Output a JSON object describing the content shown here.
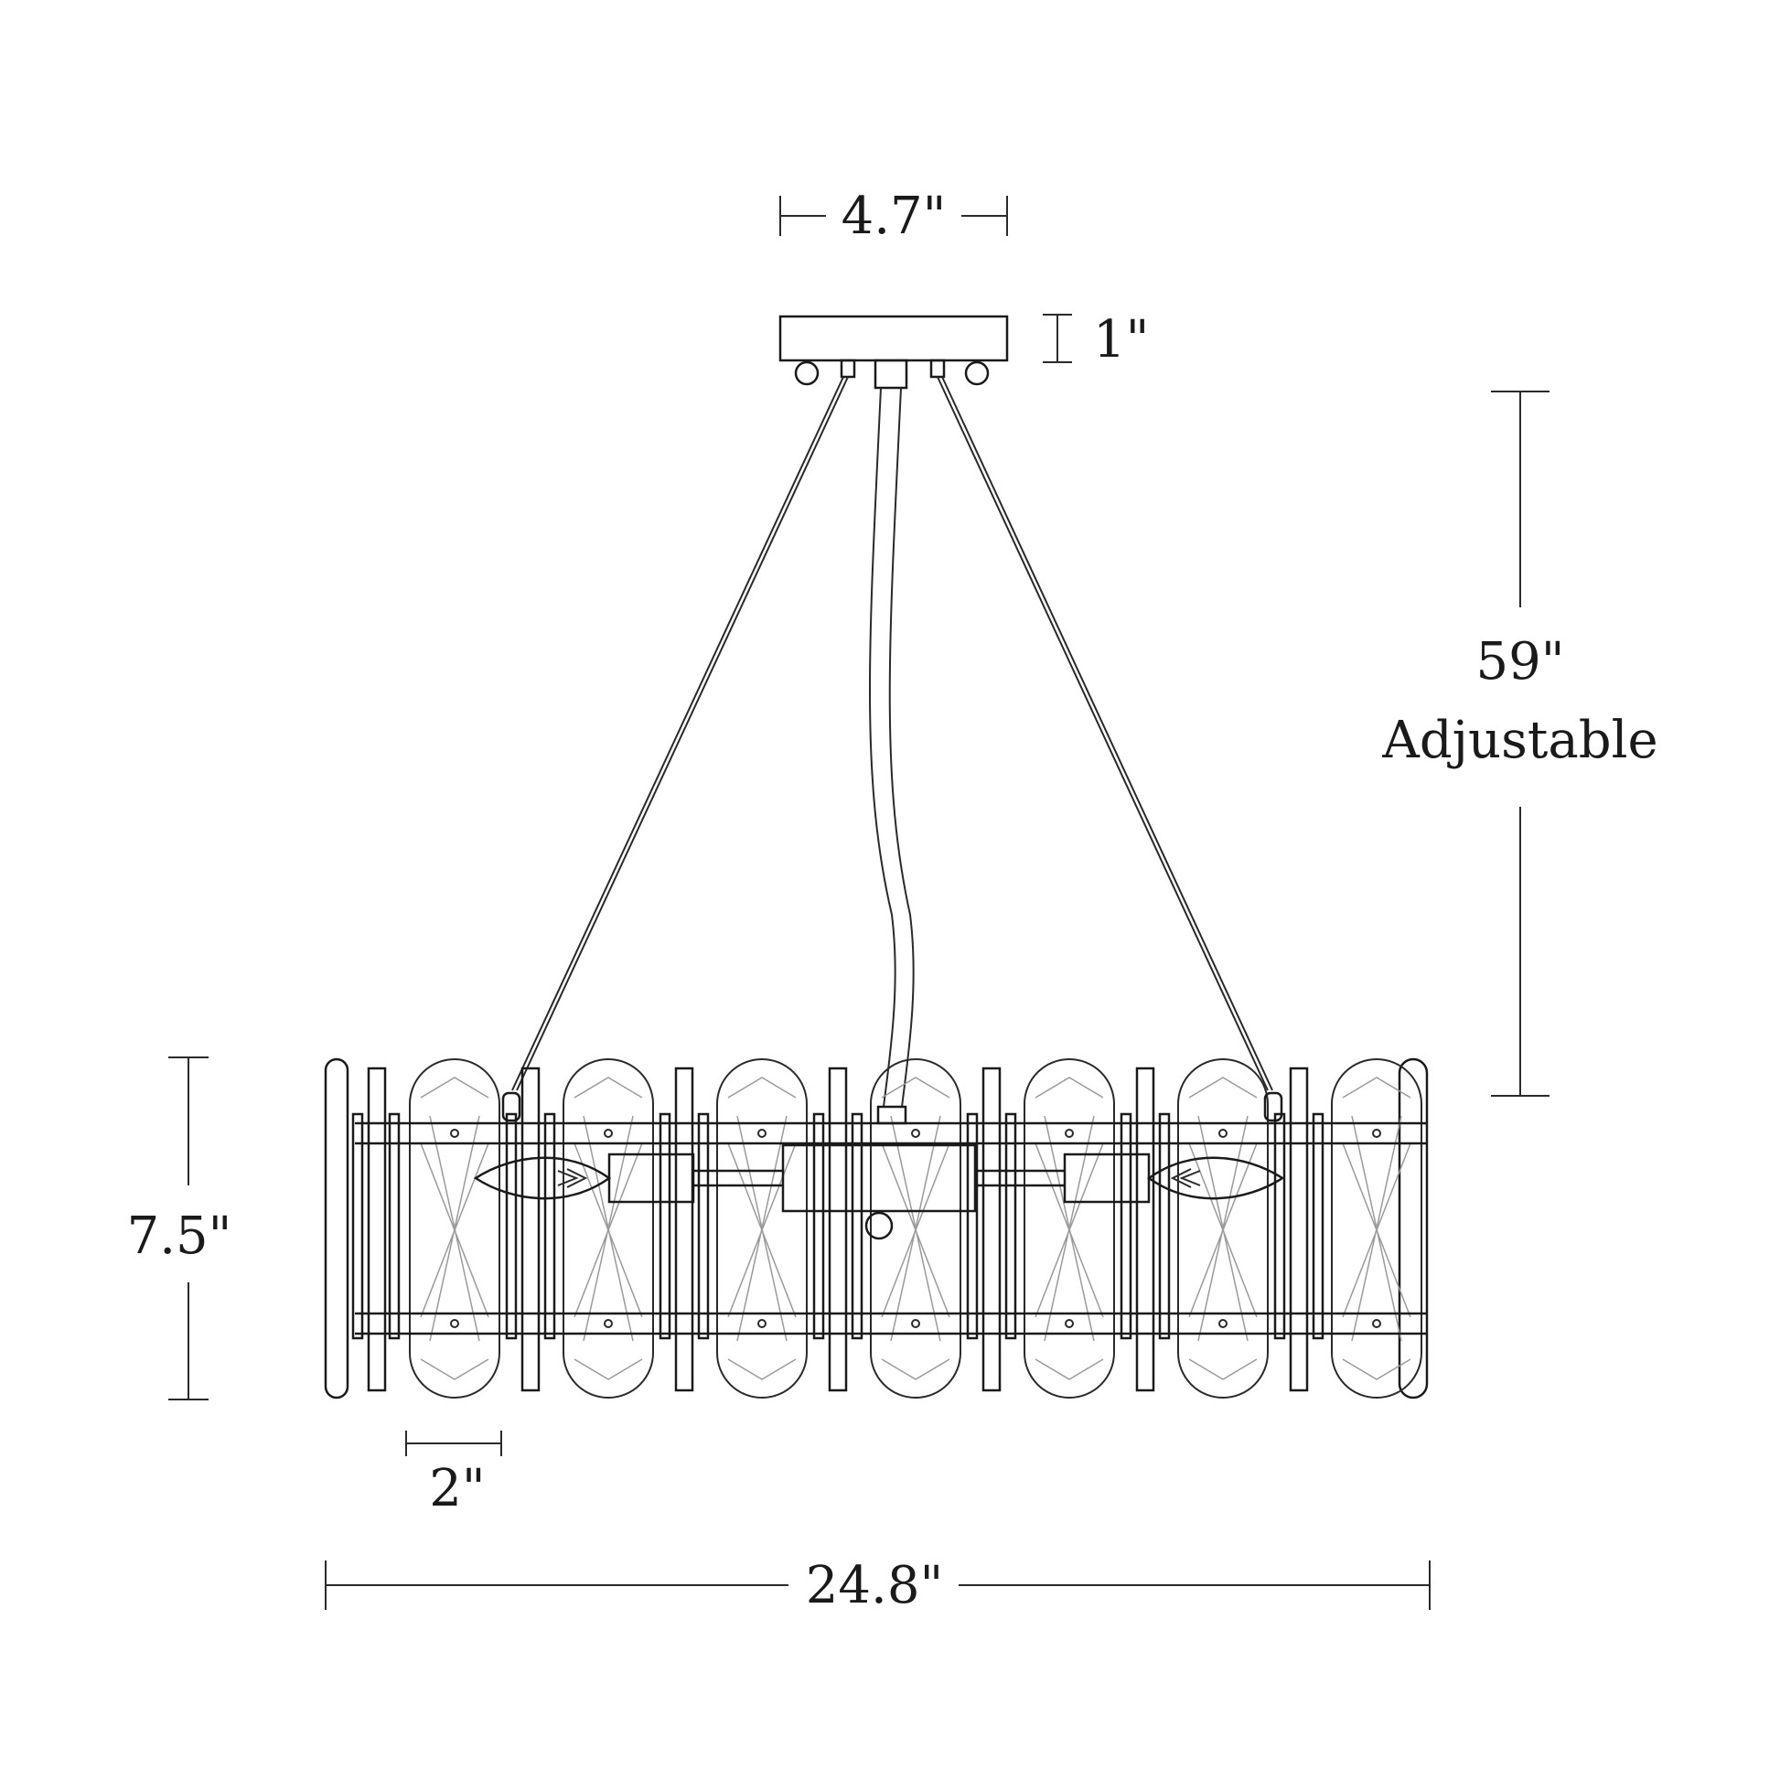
{
  "dimensions": {
    "canopy_width": "4.7\"",
    "canopy_height": "1\"",
    "drop_length": "59\"",
    "drop_note": "Adjustable",
    "body_height": "7.5\"",
    "panel_width": "2\"",
    "overall_width": "24.8\""
  },
  "colors": {
    "line": "#1a1a1a",
    "glass": "#9a9a9a",
    "background": "#ffffff"
  }
}
